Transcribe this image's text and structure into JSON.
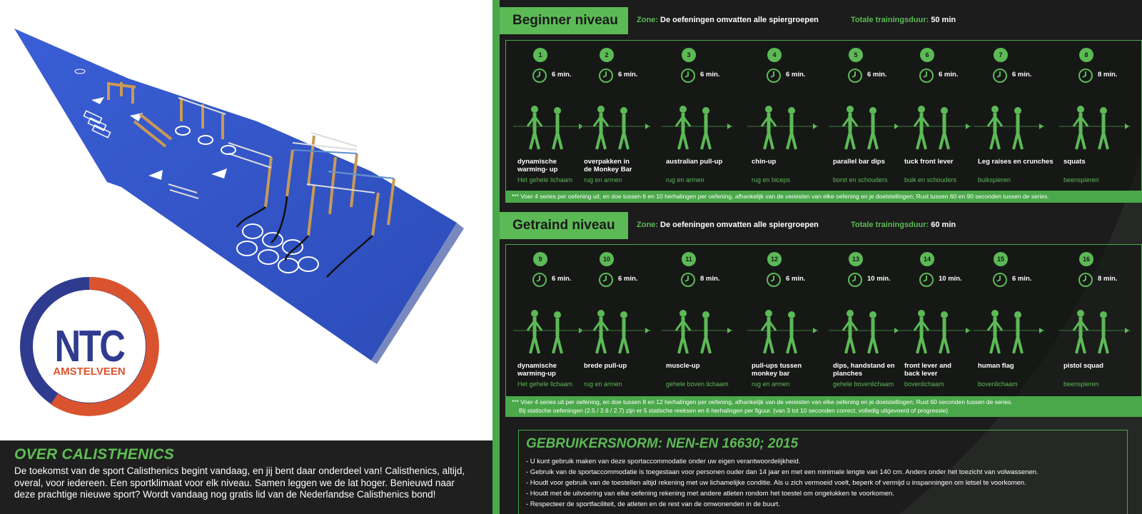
{
  "logo": {
    "main": "NTC",
    "sub": "AMSTELVEEN"
  },
  "about": {
    "title": "OVER CALISTHENICS",
    "text": "De toekomst van de sport Calisthenics begint vandaag, en jij bent daar onderdeel van! Calisthenics, altijd, overal, voor iedereen. Een sportklimaat voor elk niveau. Samen leggen we de lat hoger. Benieuwd naar deze prachtige nieuwe sport? Wordt vandaag nog gratis lid van de Nederlandse Calisthenics bond!"
  },
  "colors": {
    "green": "#5cba56",
    "dark": "#1b1c1b",
    "blue_surface": "#3555c8",
    "logo_blue": "#2f3b8f",
    "logo_orange": "#d9542e"
  },
  "beginner": {
    "title": "Beginner niveau",
    "zone_label": "Zone:",
    "zone_value": "De oefeningen omvatten alle spiergroepen",
    "duration_label": "Totale trainingsduur:",
    "duration_value": "50 min",
    "exercises": [
      {
        "num": "1",
        "mins": "6 min.",
        "name": "dynamische\nwarming- up",
        "muscle": "Het gehele lichaam",
        "icon": "warmup-figure-icon"
      },
      {
        "num": "2",
        "mins": "6 min.",
        "name": "overpakken in\nde Monkey Bar",
        "muscle": "rug en armen",
        "icon": "monkey-bar-figure-icon"
      },
      {
        "num": "3",
        "mins": "6 min.",
        "name": "australian pull-up",
        "muscle": "rug en armen",
        "icon": "australian-pullup-figure-icon"
      },
      {
        "num": "4",
        "mins": "6 min.",
        "name": "chin-up",
        "muscle": "rug en biceps",
        "icon": "chinup-figure-icon"
      },
      {
        "num": "5",
        "mins": "6 min.",
        "name": "parallel bar dips",
        "muscle": "borst en schouders",
        "icon": "dips-figure-icon"
      },
      {
        "num": "6",
        "mins": "6 min.",
        "name": "tuck front lever",
        "muscle": "buik en schouders",
        "icon": "tuck-lever-figure-icon"
      },
      {
        "num": "7",
        "mins": "6 min.",
        "name": "Leg raises en crunches",
        "muscle": "buikspieren",
        "icon": "leg-raise-figure-icon"
      },
      {
        "num": "8",
        "mins": "8 min.",
        "name": "squats",
        "muscle": "beenspieren",
        "icon": "squat-figure-icon"
      }
    ],
    "note": "*** Voer 4 series per oefening uit, en doe tussen 6 en 10 herhalingen per oefening, afhankelijk van de vereisten van elke oefening en je doelstellingen; Rust tussen 60 en 90 seconden tussen de series."
  },
  "trained": {
    "title": "Getraind niveau",
    "zone_label": "Zone:",
    "zone_value": "De oefeningen omvatten alle spiergroepen",
    "duration_label": "Totale trainingsduur:",
    "duration_value": "60 min",
    "exercises": [
      {
        "num": "9",
        "mins": "6 min.",
        "name": "dynamische\nwarming-up",
        "muscle": "Het gehele lichaam",
        "icon": "warmup-figure-icon"
      },
      {
        "num": "10",
        "mins": "6 min.",
        "name": "brede pull-up",
        "muscle": "rug en armen",
        "icon": "wide-pullup-figure-icon"
      },
      {
        "num": "11",
        "mins": "8 min.",
        "name": "muscle-up",
        "muscle": "gehele boven lichaam",
        "icon": "muscle-up-figure-icon"
      },
      {
        "num": "12",
        "mins": "6 min.",
        "name": "pull-ups tussen\nmonkey bar",
        "muscle": "rug en armen",
        "icon": "pullup-monkey-bar-figure-icon"
      },
      {
        "num": "13",
        "mins": "10 min.",
        "name": "dips, handstand en\nplanches",
        "muscle": "gehele bovenlichaam",
        "icon": "handstand-figure-icon"
      },
      {
        "num": "14",
        "mins": "10 min.",
        "name": "front lever and\nback lever",
        "muscle": "bovenlichaam",
        "icon": "front-lever-figure-icon"
      },
      {
        "num": "15",
        "mins": "6 min.",
        "name": "human flag",
        "muscle": "bovenlichaam",
        "icon": "human-flag-figure-icon"
      },
      {
        "num": "16",
        "mins": "8 min.",
        "name": "pistol squad",
        "muscle": "beenspieren",
        "icon": "pistol-squat-figure-icon"
      }
    ],
    "note": "*** Voer 4 series uit per oefening, en doe tussen 8 en 12 herhalingen per oefening, afhankelijk van de vereisten van elke oefening en je doelstellingen; Rust 60 seconden tussen de series.",
    "note2": "Bij statische oefeningen (2.5 / 2.6 / 2.7) zijn er 5 statische reeksen en 6 herhalingen per figuur. (van 3 tot 10 seconden correct, volledig uitgevoerd of progressie)"
  },
  "norm": {
    "title": "GEBRUIKERSNORM: NEN-EN 16630; 2015",
    "items": [
      "- U kunt gebruik maken van deze sportaccommodatie onder uw eigen verantwoordelijkheid.",
      "- Gebruik van de sportaccommodatie is toegestaan voor personen ouder dan 14 jaar en met een minimale lengte van 140 cm. Anders onder het toezicht van volwassenen.",
      "- Houdt voor gebruik van de toestellen altijd rekening met uw lichamelijke conditie. Als u zich vermoeid voelt, beperk of vermijd u inspanningen om letsel te voorkomen.",
      "- Houdt met de uitvoering van elke oefening rekening met andere atleten rondom het toestel om ongelukken te voorkomen.",
      "- Respecteer de sportfaciliteit, de atleten en de rest van de omwonenden in de buurt."
    ]
  }
}
